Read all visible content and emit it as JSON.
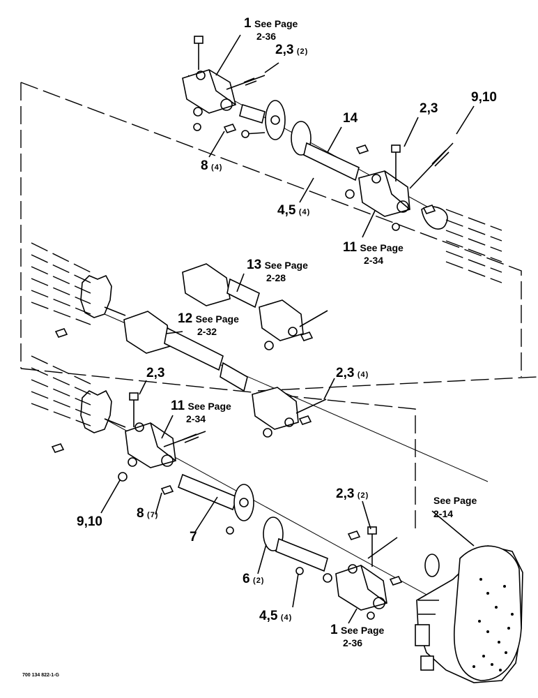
{
  "callouts": {
    "c1_top": {
      "num": "1",
      "ref": "See Page",
      "page": "2-36"
    },
    "c23_top": {
      "num": "2,3",
      "qty": "(2)"
    },
    "c8_top": {
      "num": "8",
      "qty": "(4)"
    },
    "c14": {
      "num": "14"
    },
    "c23_right": {
      "num": "2,3"
    },
    "c910_right": {
      "num": "9,10"
    },
    "c45_top": {
      "num": "4,5",
      "qty": "(4)"
    },
    "c11_right": {
      "num": "11",
      "ref": "See Page",
      "page": "2-34"
    },
    "c13": {
      "num": "13",
      "ref": "See Page",
      "page": "2-28"
    },
    "c12": {
      "num": "12",
      "ref": "See Page",
      "page": "2-32"
    },
    "c23_left": {
      "num": "2,3"
    },
    "c23_mid": {
      "num": "2,3",
      "qty": "(4)"
    },
    "c11_left": {
      "num": "11",
      "ref": "See Page",
      "page": "2-34"
    },
    "c910_left": {
      "num": "9,10"
    },
    "c8_bottom": {
      "num": "8",
      "qty": "(7)"
    },
    "c7": {
      "num": "7"
    },
    "c23_bottom": {
      "num": "2,3",
      "qty": "(2)"
    },
    "gearbox": {
      "ref": "See Page",
      "page": "2-14"
    },
    "c6": {
      "num": "6",
      "qty": "(2)"
    },
    "c45_bottom": {
      "num": "4,5",
      "qty": "(4)"
    },
    "c1_bottom": {
      "num": "1",
      "ref": "See Page",
      "page": "2-36"
    }
  },
  "figure_code": "700 134 822-1-G",
  "icons": [
    "u-joint-icon",
    "shaft-icon",
    "flange-icon",
    "bolt-icon",
    "key-icon",
    "gearbox-icon",
    "roll-icon"
  ]
}
